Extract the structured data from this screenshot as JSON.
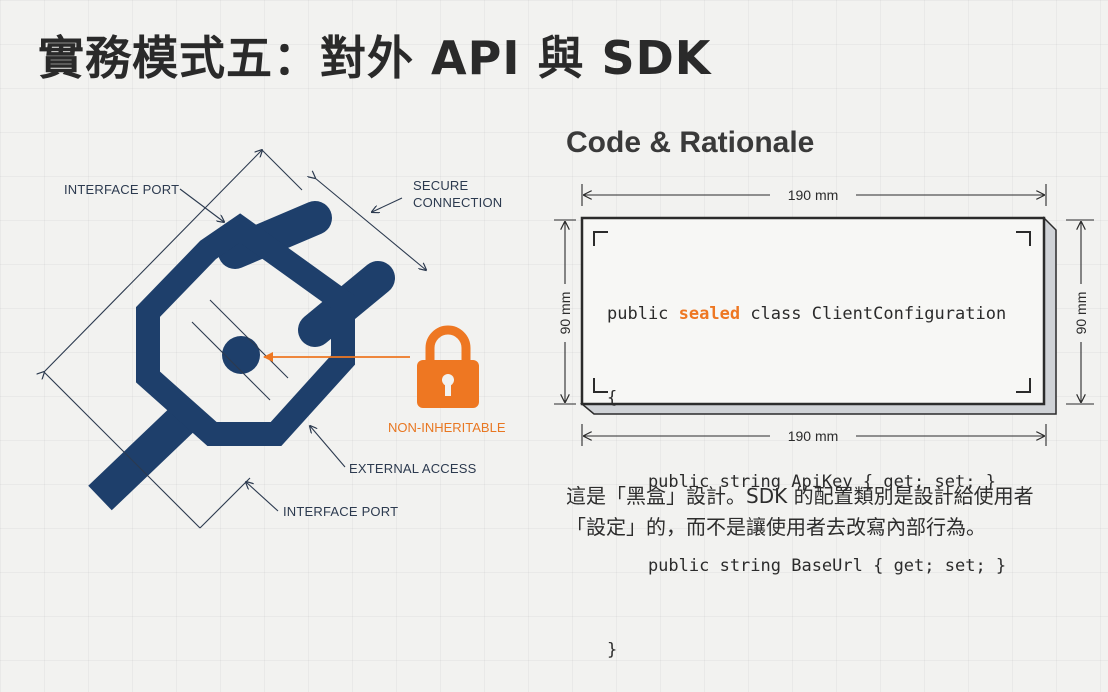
{
  "title": "實務模式五：對外 API 與 SDK",
  "subtitle": "Code & Rationale",
  "diagram": {
    "labels": {
      "interface_port_top": "INTERFACE PORT",
      "secure_line1": "SECURE",
      "secure_line2": "CONNECTION",
      "non_inheritable": "NON-INHERITABLE",
      "external_access": "EXTERNAL ACCESS",
      "interface_port_bottom": "INTERFACE PORT"
    },
    "colors": {
      "plug": "#1e3f6b",
      "accent": "#ee7722"
    },
    "icons": [
      "plug-icon",
      "lock-icon"
    ]
  },
  "code_panel": {
    "dim_top": "190 mm",
    "dim_bottom": "190 mm",
    "dim_left": "90 mm",
    "dim_right": "90 mm",
    "line1_pre": "public ",
    "line1_kw": "sealed",
    "line1_post": " class ClientConfiguration",
    "line2": "{",
    "line3": "    public string ApiKey { get; set; }",
    "line4": "    public string BaseUrl { get; set; }",
    "line5": "}"
  },
  "caption": {
    "line1": "這是「黑盒」設計。SDK 的配置類別是設計給使用者",
    "line2": "「設定」的，而不是讓使用者去改寫內部行為。"
  }
}
